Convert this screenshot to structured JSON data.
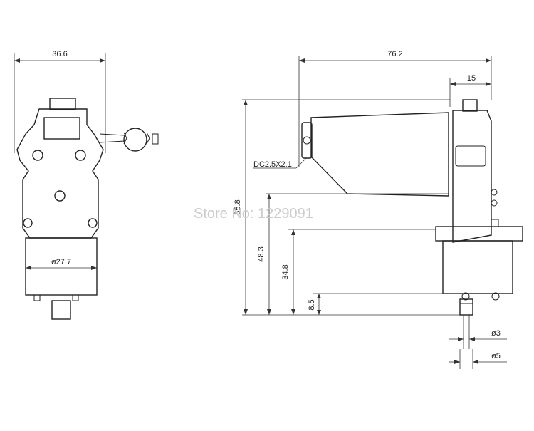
{
  "dimensions": {
    "width_overall": "36.6",
    "length_overall": "76.2",
    "shaft_offset": "15",
    "total_height": "85.8",
    "body_height": "48.3",
    "gearbox_height": "34.8",
    "shaft_length": "8.5",
    "gearbox_diameter": "ø27.7",
    "shaft_flat": "ø3",
    "shaft_diameter": "ø5"
  },
  "labels": {
    "dc_jack": "DC2.5X2.1"
  },
  "watermark": "Store No: 1229091"
}
